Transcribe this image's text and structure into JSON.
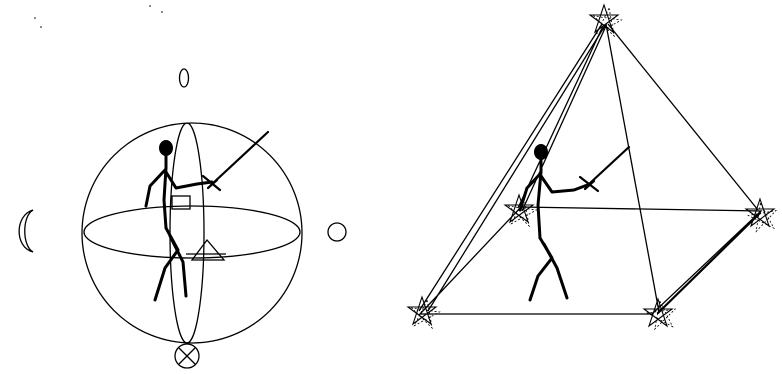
{
  "colors": {
    "ink": "#000000",
    "background": "#ffffff"
  },
  "panels": [
    {
      "name": "celestial-sphere-panel",
      "symbols": [
        "sun-symbol",
        "moon-symbol",
        "earth-symbol",
        "planet-symbol"
      ],
      "figure": "stick-figure-with-sword"
    },
    {
      "name": "star-pyramid-panel",
      "symbols": [
        "star-icon"
      ],
      "star_count": 5,
      "figure": "stick-figure-with-sword"
    }
  ]
}
